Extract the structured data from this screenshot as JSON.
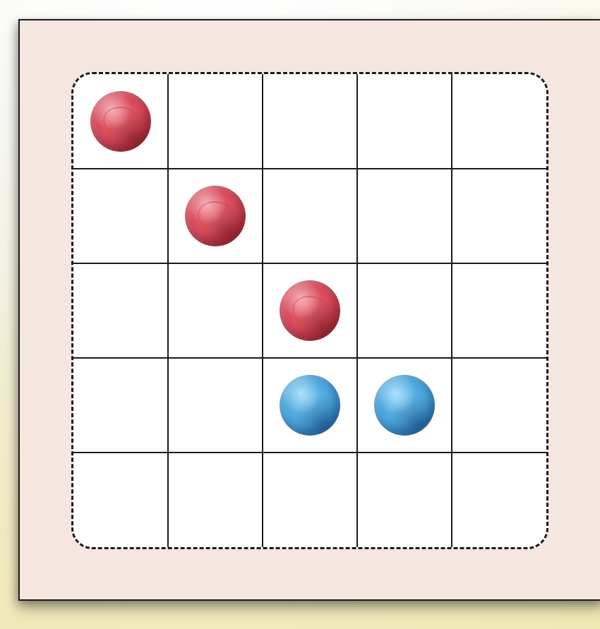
{
  "board": {
    "rows": 5,
    "cols": 5,
    "pieces": [
      {
        "row": 0,
        "col": 0,
        "color": "red"
      },
      {
        "row": 1,
        "col": 1,
        "color": "red"
      },
      {
        "row": 2,
        "col": 2,
        "color": "red"
      },
      {
        "row": 3,
        "col": 2,
        "color": "blue"
      },
      {
        "row": 3,
        "col": 3,
        "color": "blue"
      }
    ]
  },
  "colors": {
    "card_background": "#f5e6e0",
    "grid_background": "#ffffff",
    "line_color": "#1a1a1a",
    "red_piece": "#d94a5c",
    "blue_piece": "#4aa8df"
  }
}
